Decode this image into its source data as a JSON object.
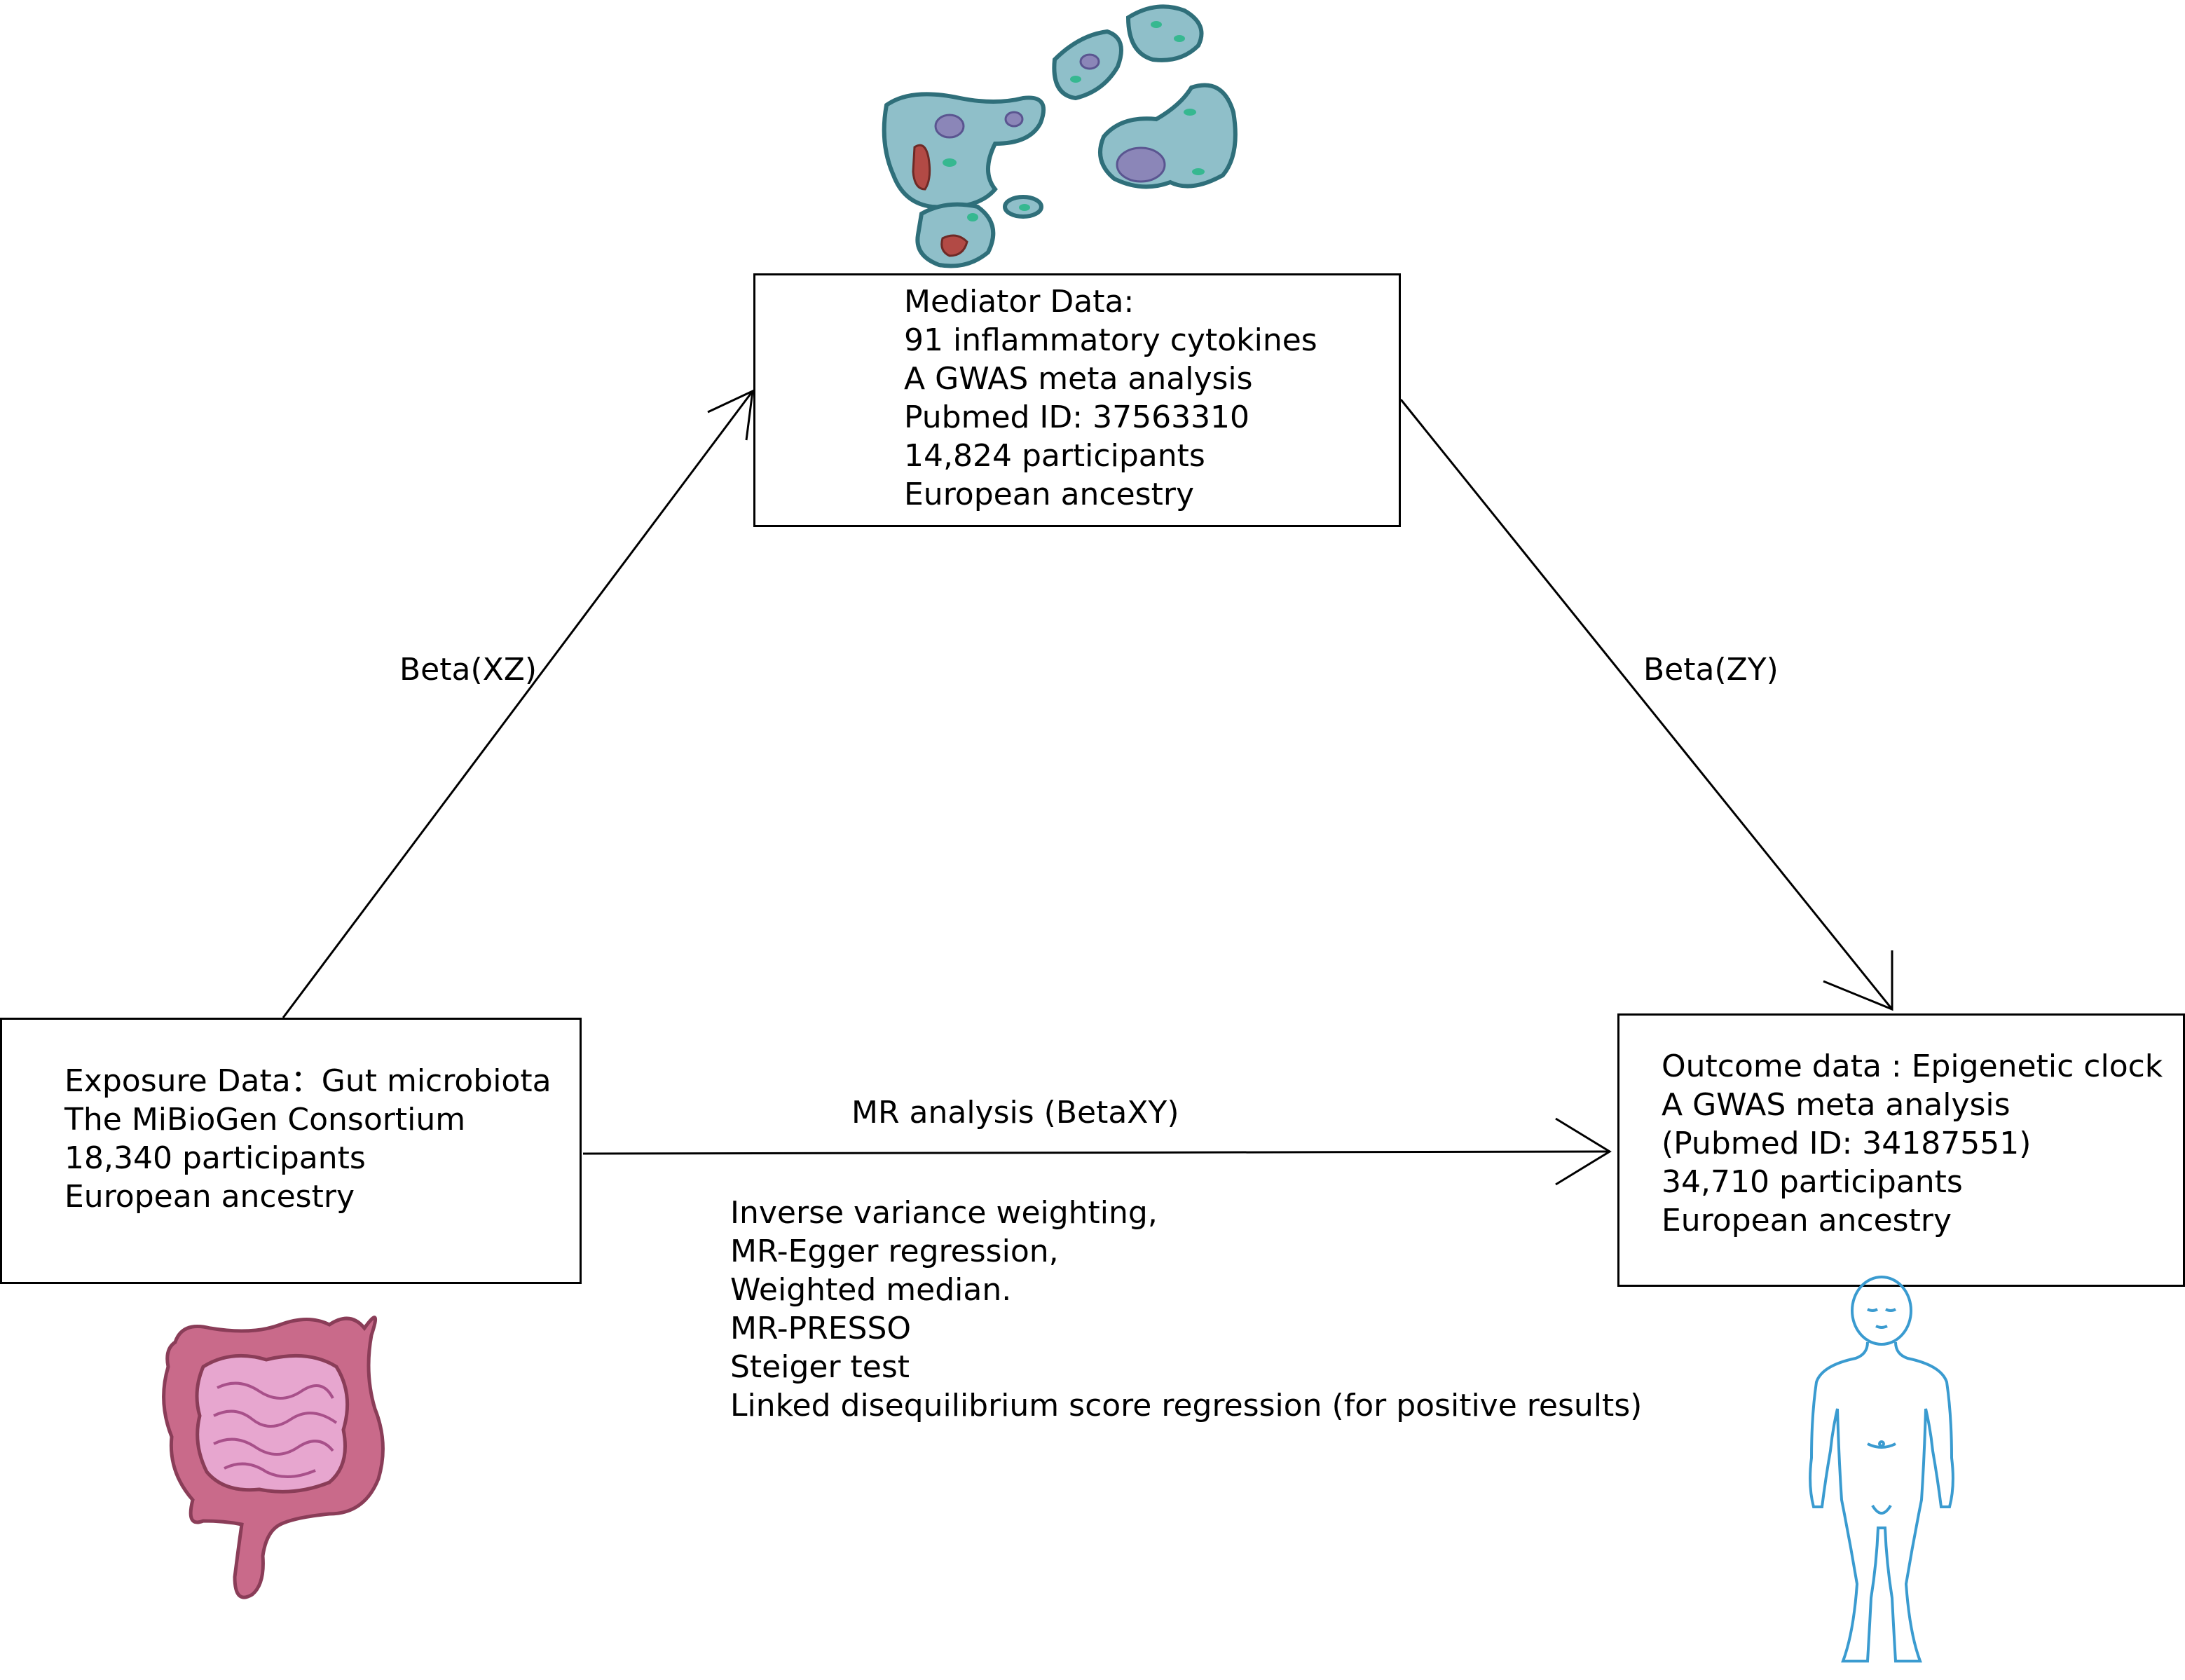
{
  "mediator": {
    "lines": [
      "Mediator Data:",
      "91 inflammatory cytokines",
      "A GWAS meta analysis",
      "Pubmed ID: 37563310",
      "14,824 participants",
      "European ancestry"
    ]
  },
  "exposure": {
    "lines": [
      "Exposure Data：Gut microbiota",
      "The MiBioGen Consortium",
      "18,340 participants",
      "European ancestry"
    ]
  },
  "outcome": {
    "lines": [
      "Outcome data : Epigenetic clock",
      "A GWAS meta analysis",
      "(Pubmed ID: 34187551)",
      "34,710 participants",
      "European ancestry"
    ]
  },
  "edges": {
    "exposure_to_mediator": "Beta(XZ)",
    "mediator_to_outcome": "Beta(ZY)",
    "exposure_to_outcome": "MR analysis (BetaXY)"
  },
  "methods": [
    "Inverse variance weighting,",
    "MR-Egger regression,",
    "Weighted median.",
    "MR-PRESSO",
    "Steiger test",
    "Linked disequilibrium score regression (for positive results)"
  ],
  "colors": {
    "cell_fill": "#8fbfc9",
    "cell_border": "#2f6f7a",
    "intestine": "#c96a8a",
    "small_intestine": "#e7a6cf",
    "body_outline": "#3a9bd0"
  },
  "icons": [
    "inflammatory-cells-icon",
    "intestine-icon",
    "human-body-icon"
  ]
}
